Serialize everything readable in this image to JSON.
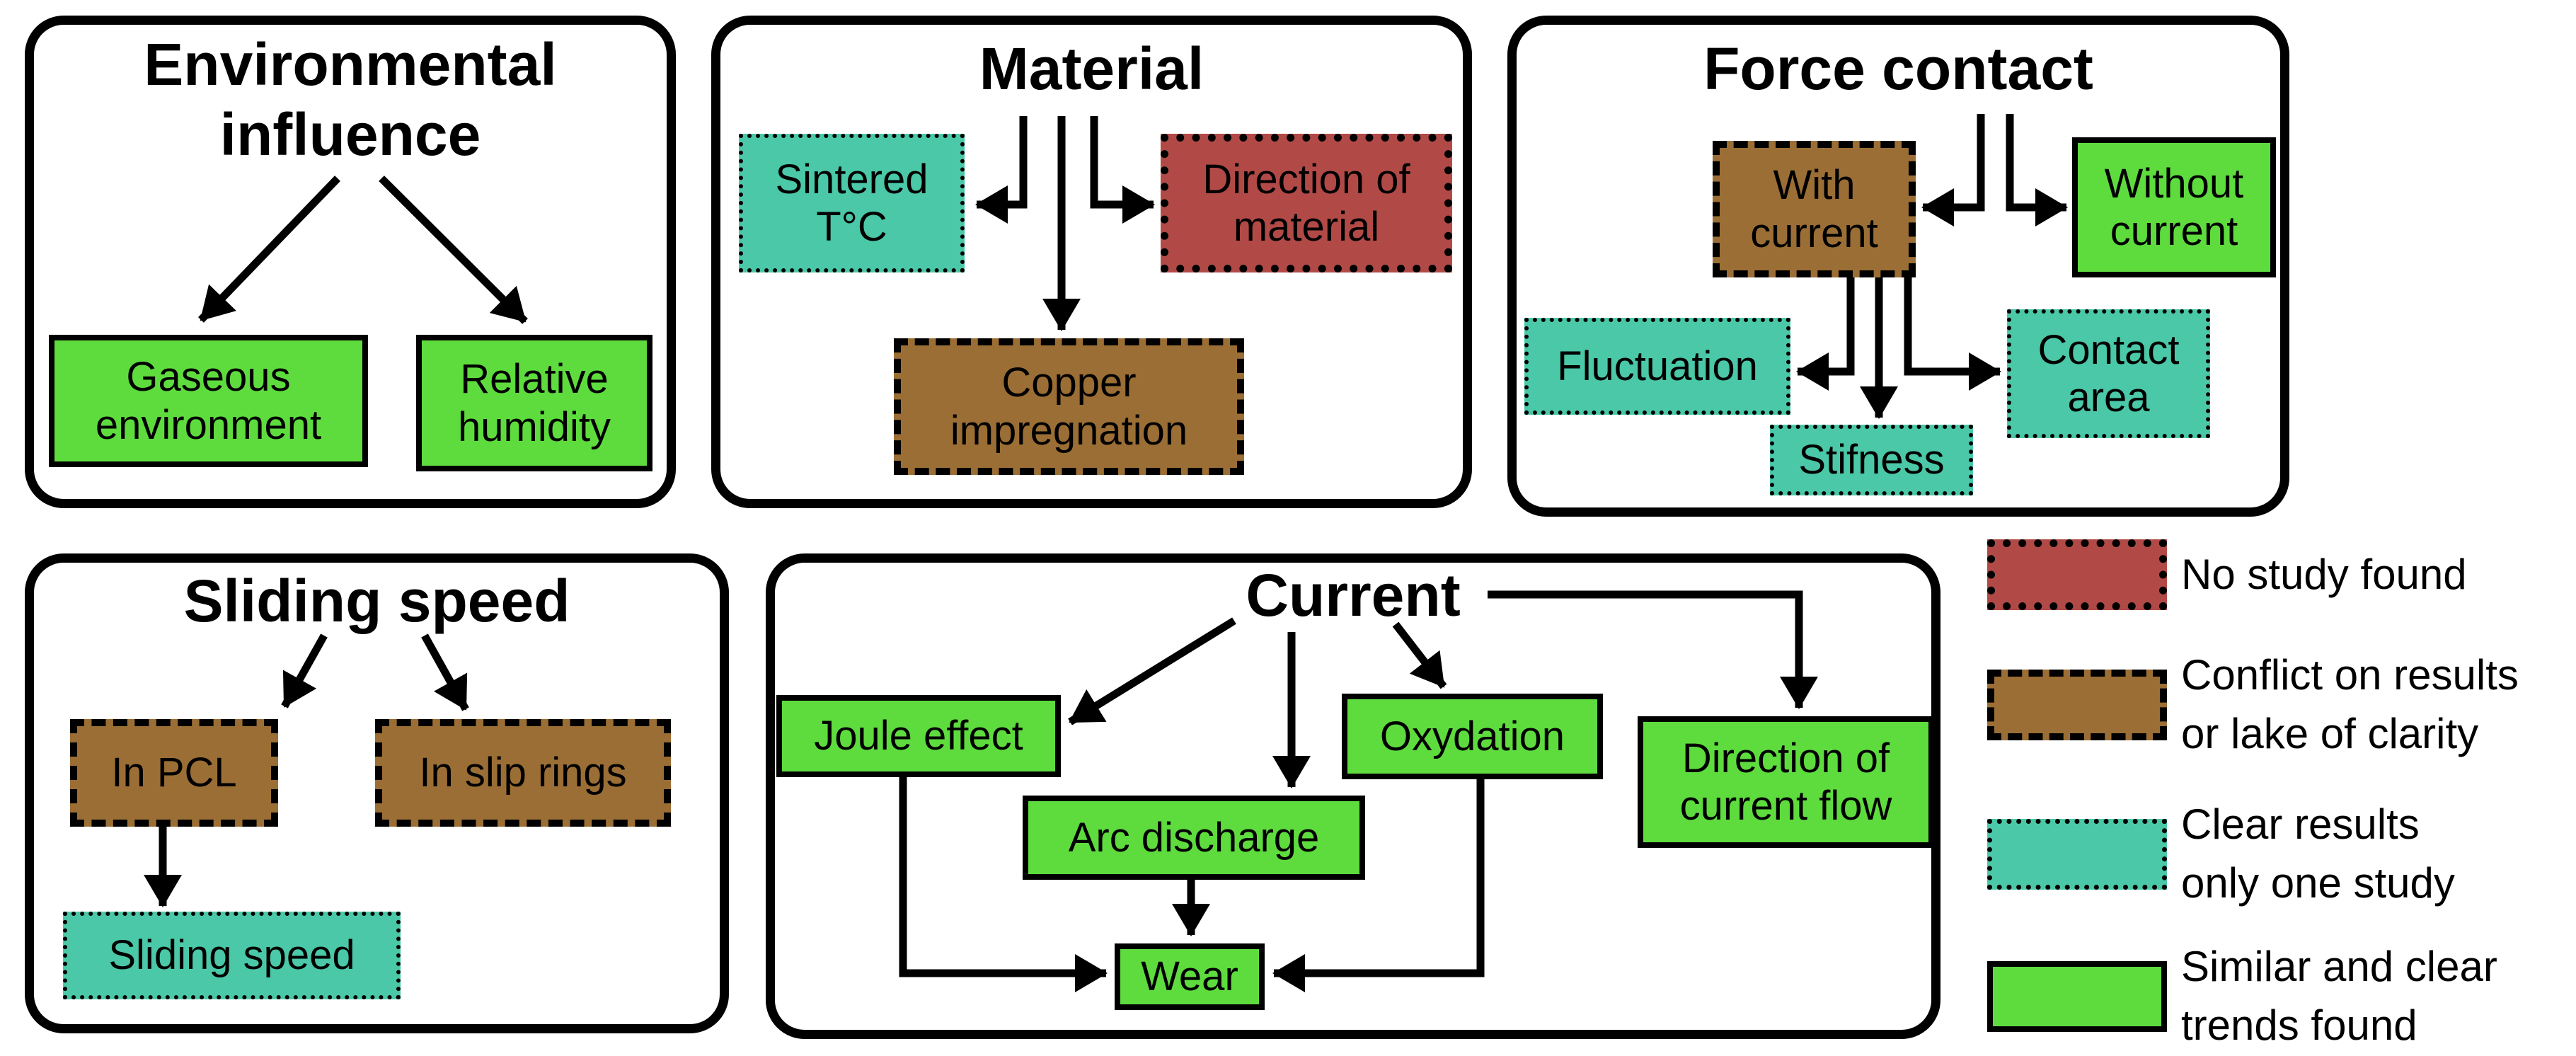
{
  "colors": {
    "red": "#b14a47",
    "brown": "#9b6e35",
    "teal": "#4ac8a8",
    "green": "#5edc3e",
    "line": "#000000"
  },
  "panels": {
    "environmental": {
      "title": "Environmental influence",
      "nodes": {
        "gaseous": "Gaseous environment",
        "humidity": "Relative humidity"
      }
    },
    "material": {
      "title": "Material",
      "nodes": {
        "sintered": "Sintered T°C",
        "direction_material": "Direction of material",
        "copper": "Copper impregnation"
      }
    },
    "force_contact": {
      "title": "Force contact",
      "nodes": {
        "with_current": "With current",
        "without_current": "Without current",
        "fluctuation": "Fluctuation",
        "contact_area": "Contact area",
        "stifness": "Stifness"
      }
    },
    "sliding_speed": {
      "title": "Sliding speed",
      "nodes": {
        "in_pcl": "In PCL",
        "in_slip_rings": "In slip rings",
        "sliding_speed": "Sliding speed"
      }
    },
    "current": {
      "title": "Current",
      "nodes": {
        "joule": "Joule effect",
        "arc": "Arc discharge",
        "oxydation": "Oxydation",
        "direction_flow": "Direction of current flow",
        "wear": "Wear"
      }
    }
  },
  "legend": {
    "items": [
      {
        "style": "red",
        "lines": [
          "No study found"
        ]
      },
      {
        "style": "brown",
        "lines": [
          "Conflict on results",
          "or lake of clarity"
        ]
      },
      {
        "style": "teal",
        "lines": [
          "Clear results",
          "only one study"
        ]
      },
      {
        "style": "green",
        "lines": [
          "Similar and clear",
          "trends found"
        ]
      }
    ]
  }
}
